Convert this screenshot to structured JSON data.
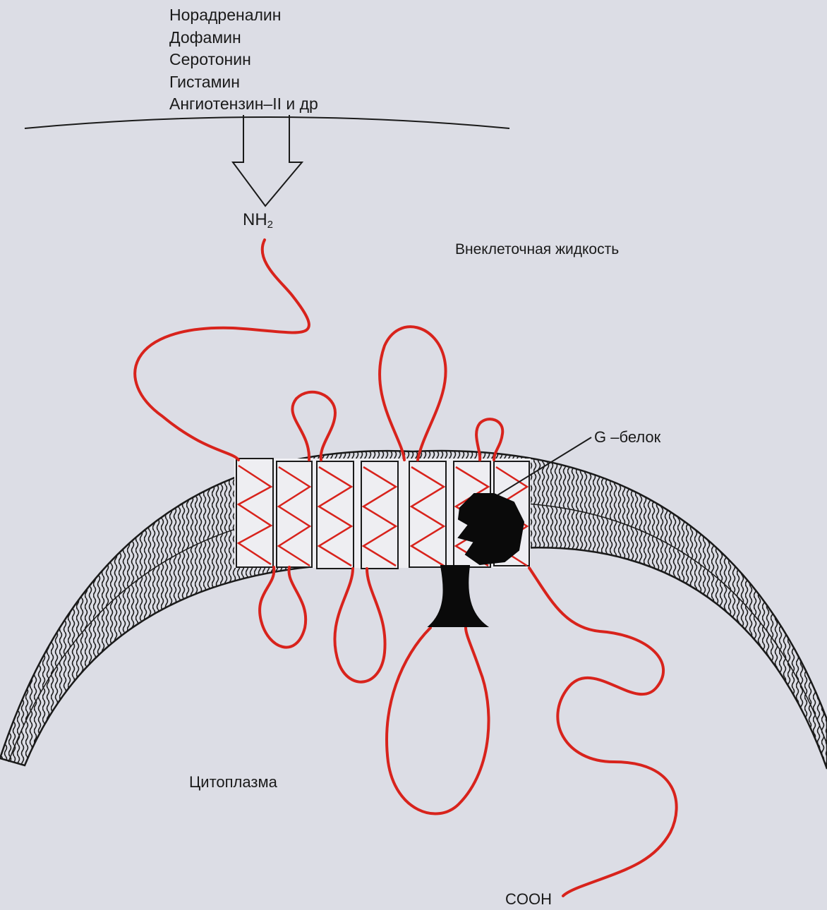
{
  "ligands": [
    "Норадреналин",
    "Дофамин",
    "Серотонин",
    "Гистамин",
    "Ангиотензин–II и др"
  ],
  "labels": {
    "nh2": "NH",
    "nh2_sub": "2",
    "extracellular": "Внеклеточная жидкость",
    "g_protein": "G –белок",
    "cytoplasm": "Цитоплазма",
    "cooh": "COOH"
  },
  "colors": {
    "receptor_chain": "#d8231c",
    "membrane": "#1a1a1a",
    "g_protein": "#0a0a0a",
    "background": "#dcdde5"
  }
}
